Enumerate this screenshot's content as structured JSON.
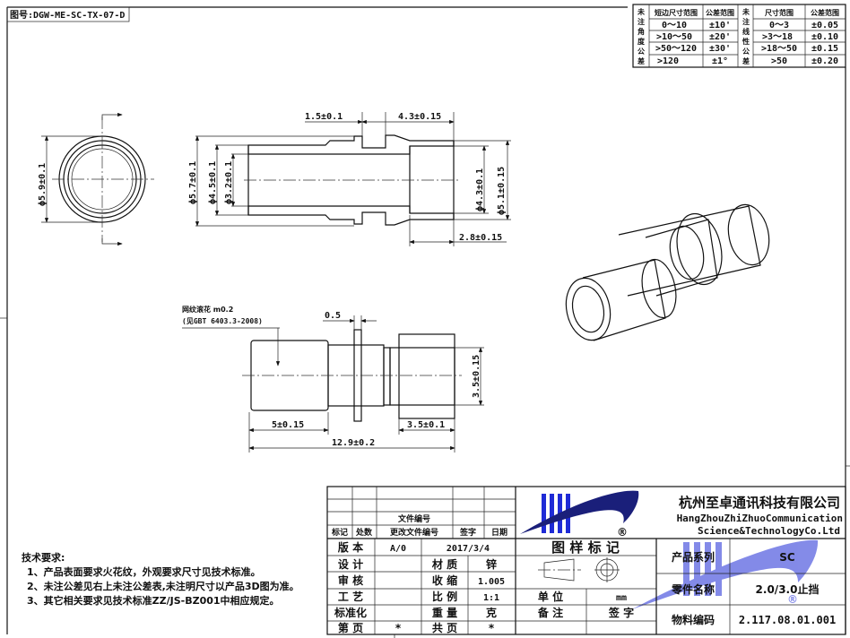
{
  "drawing_no": "图号:DGW-ME-SC-TX-07-D",
  "tolerance_table": {
    "angle_label": [
      "未",
      "注",
      "角",
      "度",
      "公",
      "差"
    ],
    "angle_headers": [
      "短边尺寸范围",
      "公差范围"
    ],
    "angle_rows": [
      [
        "0～10",
        "±10'"
      ],
      [
        ">10～50",
        "±20'"
      ],
      [
        ">50～120",
        "±30'"
      ],
      [
        ">120",
        "±1°"
      ]
    ],
    "linear_label": [
      "未",
      "注",
      "线",
      "性",
      "公",
      "差"
    ],
    "linear_headers": [
      "尺寸范围",
      "公差范围"
    ],
    "linear_rows": [
      [
        "0～3",
        "±0.05"
      ],
      [
        ">3～18",
        "±0.10"
      ],
      [
        ">18～50",
        "±0.15"
      ],
      [
        ">50",
        "±0.20"
      ]
    ]
  },
  "dims": {
    "end_dia": "ϕ5.9±0.1",
    "outer_dia": "ϕ5.7±0.1",
    "inner_dia1": "ϕ4.5±0.1",
    "bore_dia": "ϕ3.2±0.1",
    "groove_w": "1.5±0.1",
    "flange_to_end": "4.3±0.15",
    "bore2_dia": "ϕ4.3±0.1",
    "outer2_dia": "ϕ5.1±0.15",
    "counterbore_len": "2.8±0.15",
    "knurl_note": "网纹滚花 m0.2",
    "knurl_std": "(见GBT 6403.3-2008)",
    "flange_t": "0.5",
    "tip_dia": "3.5±0.15",
    "knurl_len": "5±0.15",
    "tip_len": "3.5±0.1",
    "total_len": "12.9±0.2"
  },
  "notes": {
    "title": "技术要求:",
    "items": [
      "1、产品表面要求火花纹，外观要求尺寸见技术标准。",
      "2、未注公差见右上未注公差表,未注明尺寸以产品3D图为准。",
      "3、其它相关要求见技术标准ZZ/JS-BZ001中相应规定。"
    ]
  },
  "title_block": {
    "rev_headers": [
      "标记",
      "处数",
      "更改文件编号",
      "签字",
      "日期"
    ],
    "file_no_label": "文件编号",
    "company_cn": "杭州至卓通讯科技有限公司",
    "company_en1": "HangZhouZhiZhuoCommunication",
    "company_en2": "Science&TechnologyCo.Ltd",
    "registered": "®",
    "version_label": "版 本",
    "version": "A/0",
    "date": "2017/3/4",
    "drawing_mark": "图 样 标 记",
    "design_label": "设 计",
    "material_label": "材 质",
    "material": "锌",
    "review_label": "审 核",
    "shrink_label": "收 缩",
    "shrink": "1.005",
    "process_label": "工 艺",
    "scale_label": "比 例",
    "scale": "1:1",
    "unit_label": "单 位",
    "unit": "mm",
    "std_label": "标准化",
    "weight_label": "重 量",
    "weight_unit": "克",
    "remark_label": "备 注",
    "sign_label": "签 字",
    "page_label": "第 页",
    "page": "*",
    "total_label": "共 页",
    "total": "*",
    "series_label": "产品系列",
    "series": "SC",
    "part_name_label": "零件名称",
    "part_name": "2.0/3.0止挡",
    "material_code_label": "物料编码",
    "material_code": "2.117.08.01.001"
  },
  "colors": {
    "logo_blue": "#1f2bd6",
    "logo_dark": "#1a1f7a"
  }
}
